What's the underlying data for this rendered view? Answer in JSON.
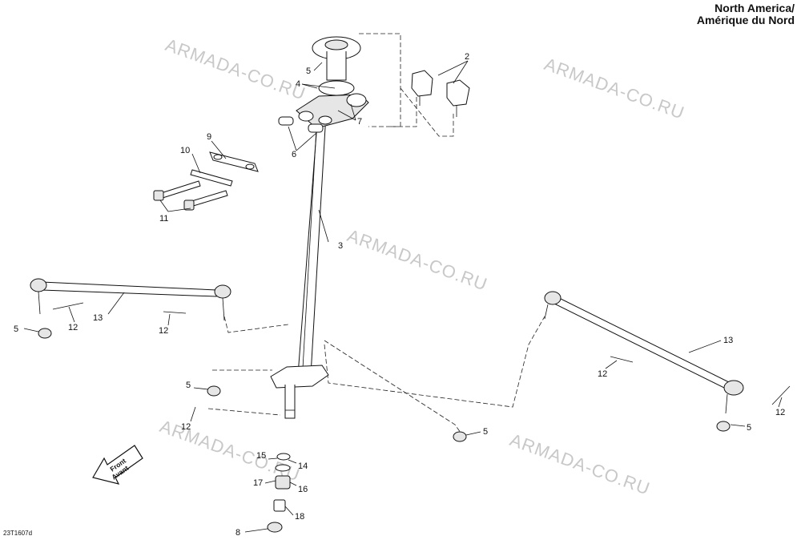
{
  "region_title": {
    "line1": "North America/",
    "line2": "Amérique du Nord"
  },
  "drawing_id": "23T1607d",
  "watermark": "ARMADA-CO.RU",
  "front_arrow": {
    "line1": "Front",
    "line2": "Avant"
  },
  "callouts": {
    "c2": "2",
    "c3": "3",
    "c4": "4",
    "c5a": "5",
    "c5b": "5",
    "c5c": "5",
    "c5d": "5",
    "c5e": "5",
    "c6": "6",
    "c7": "7",
    "c8": "8",
    "c9": "9",
    "c10": "10",
    "c11": "11",
    "c12a": "12",
    "c12b": "12",
    "c12c": "12",
    "c12d": "12",
    "c12e": "12",
    "c13a": "13",
    "c13b": "13",
    "c14": "14",
    "c15": "15",
    "c16": "16",
    "c17": "17",
    "c18": "18"
  },
  "colors": {
    "line": "#111111",
    "watermark": "#c8c8c8",
    "background": "#ffffff"
  }
}
